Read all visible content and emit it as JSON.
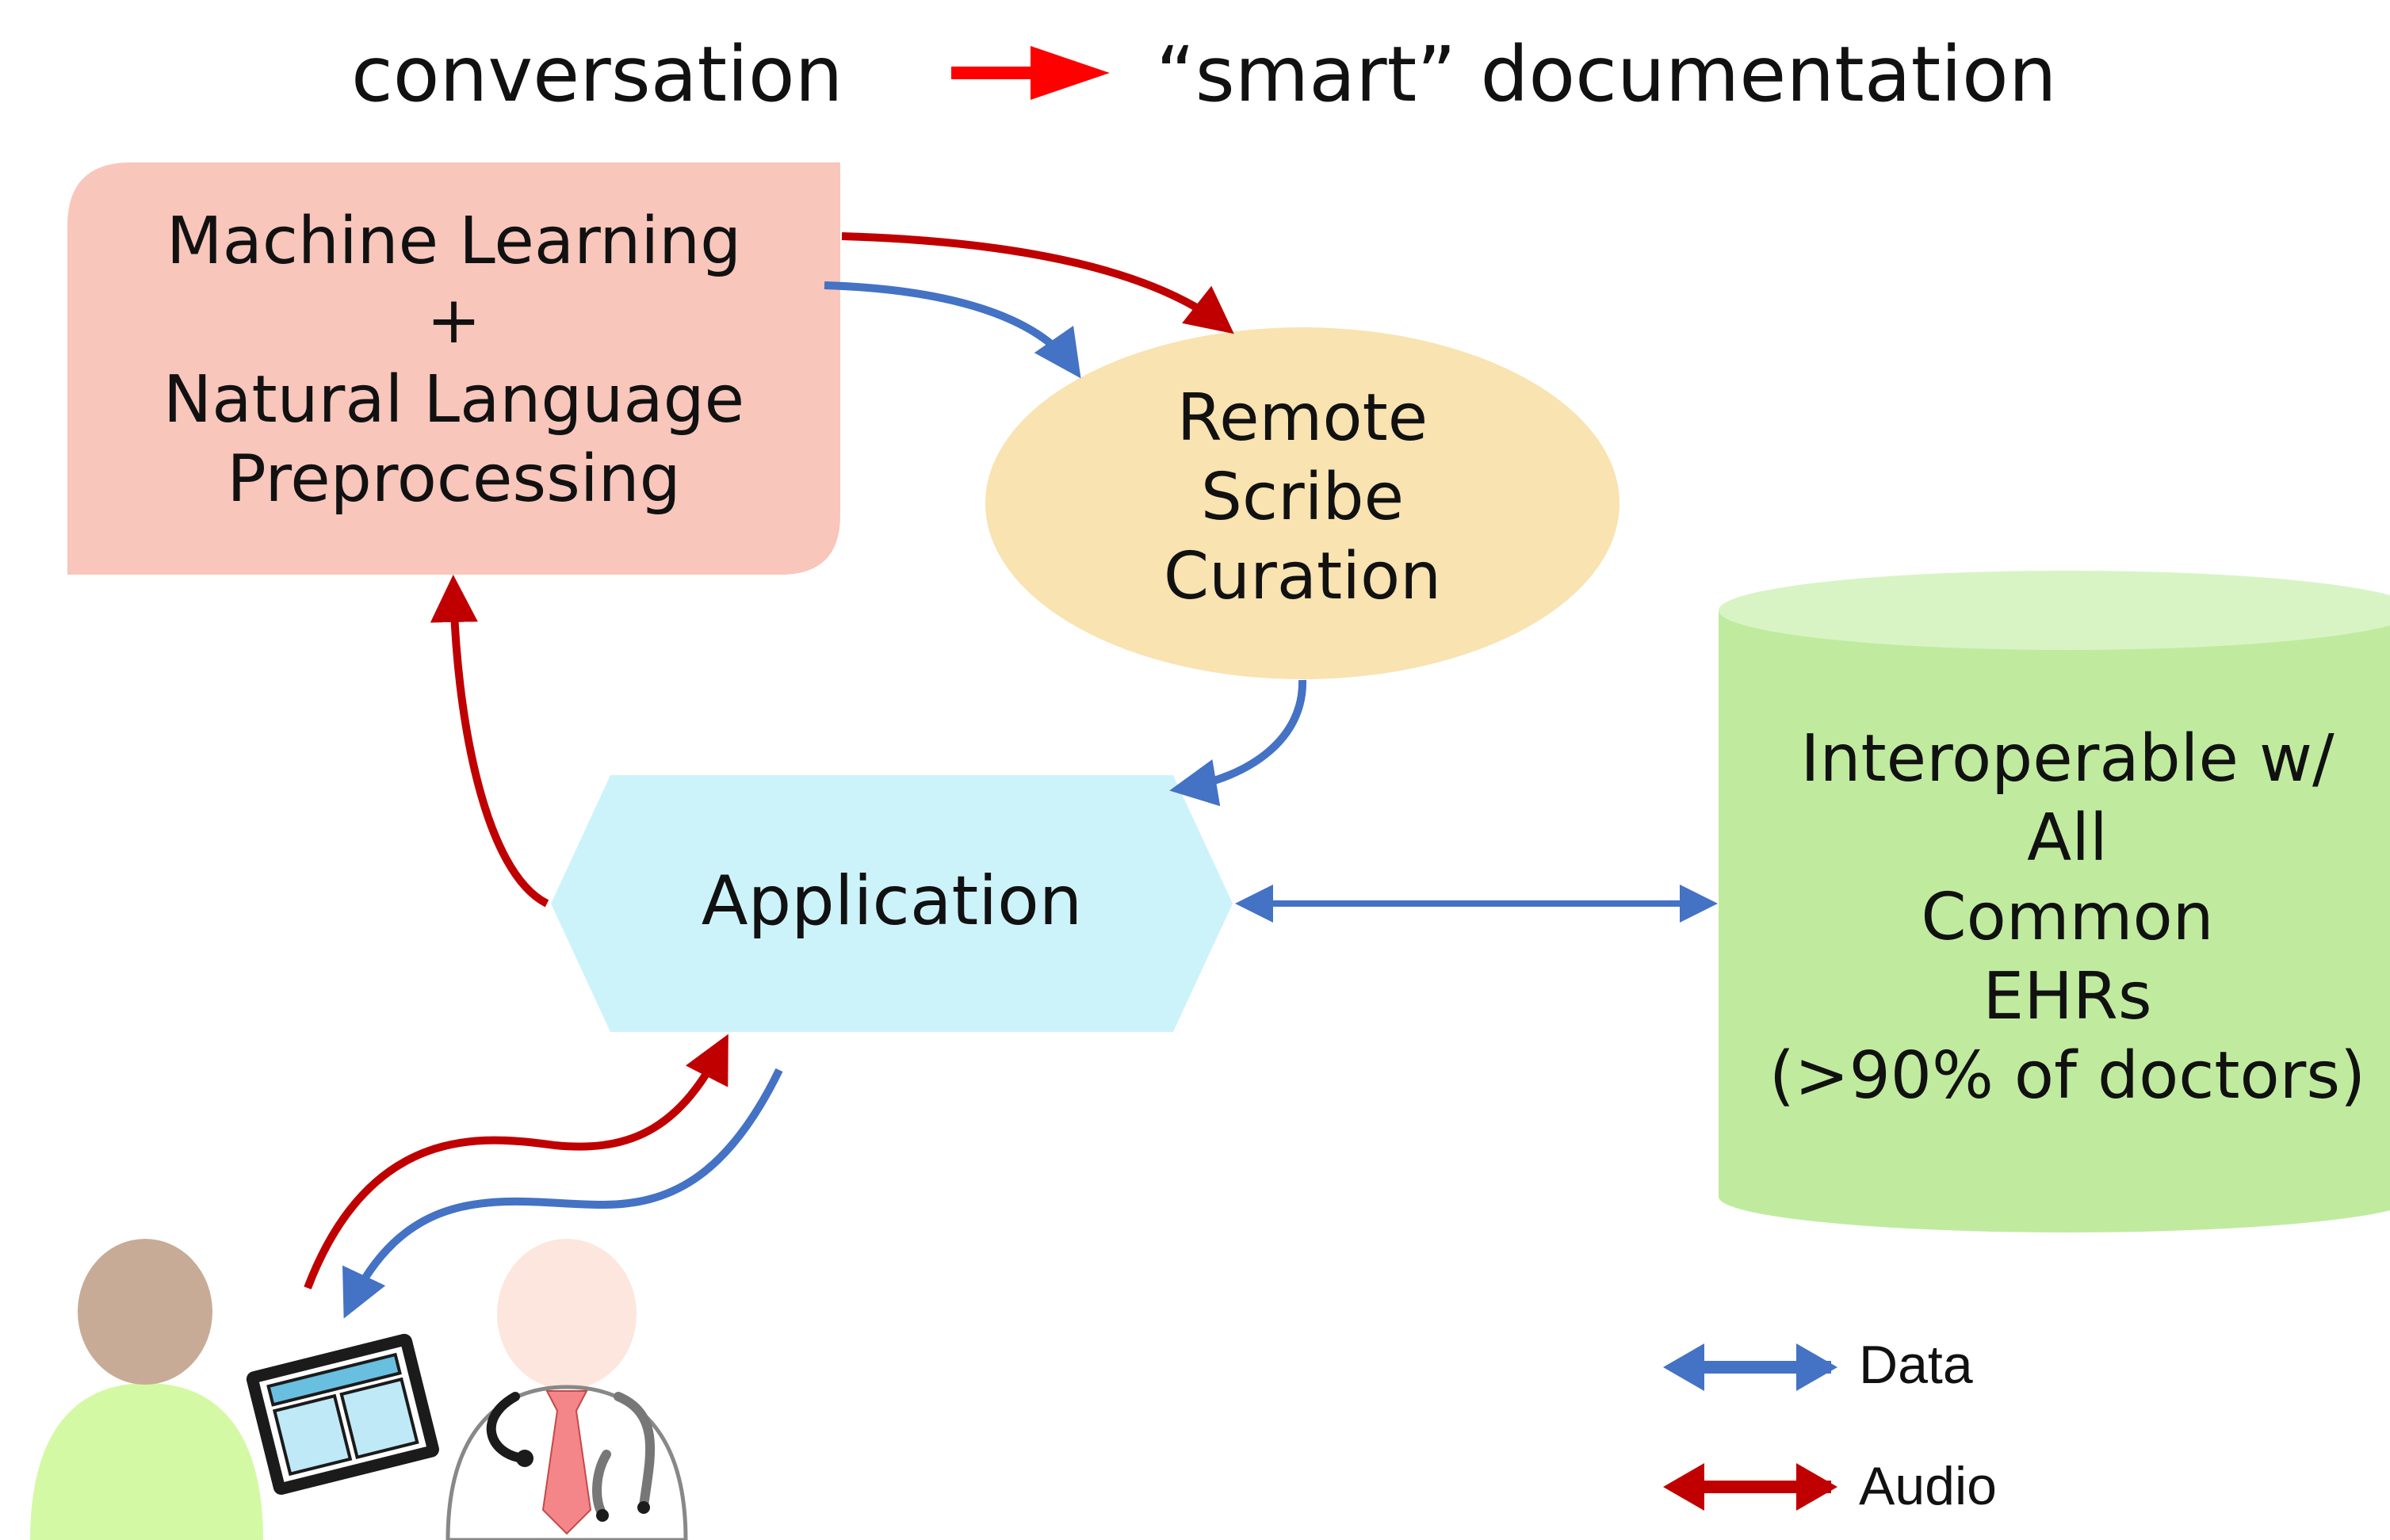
{
  "title": {
    "left": "conversation",
    "right": "“smart” documentation"
  },
  "nodes": {
    "ml": {
      "lines": [
        "Machine Learning",
        "+",
        "Natural Language",
        "Preprocessing"
      ]
    },
    "scribe": {
      "lines": [
        "Remote",
        "Scribe",
        "Curation"
      ]
    },
    "application": {
      "label": "Application"
    },
    "ehr": {
      "lines": [
        "Interoperable w/",
        "All",
        "Common",
        "EHRs",
        "(>90% of doctors)"
      ]
    }
  },
  "legend": [
    {
      "label": "Data",
      "color": "#4472c4"
    },
    {
      "label": "Audio",
      "color": "#c00000"
    }
  ],
  "colors": {
    "data": "#4472c4",
    "audio": "#c00000",
    "title_arrow": "#ff0000",
    "ml_fill": "#f8c6bb",
    "scribe_fill": "#f8e3b1",
    "app_fill": "#cdf3fa",
    "ehr_fill": "#c0eb9f",
    "ehr_top": "#d8f4c5"
  }
}
